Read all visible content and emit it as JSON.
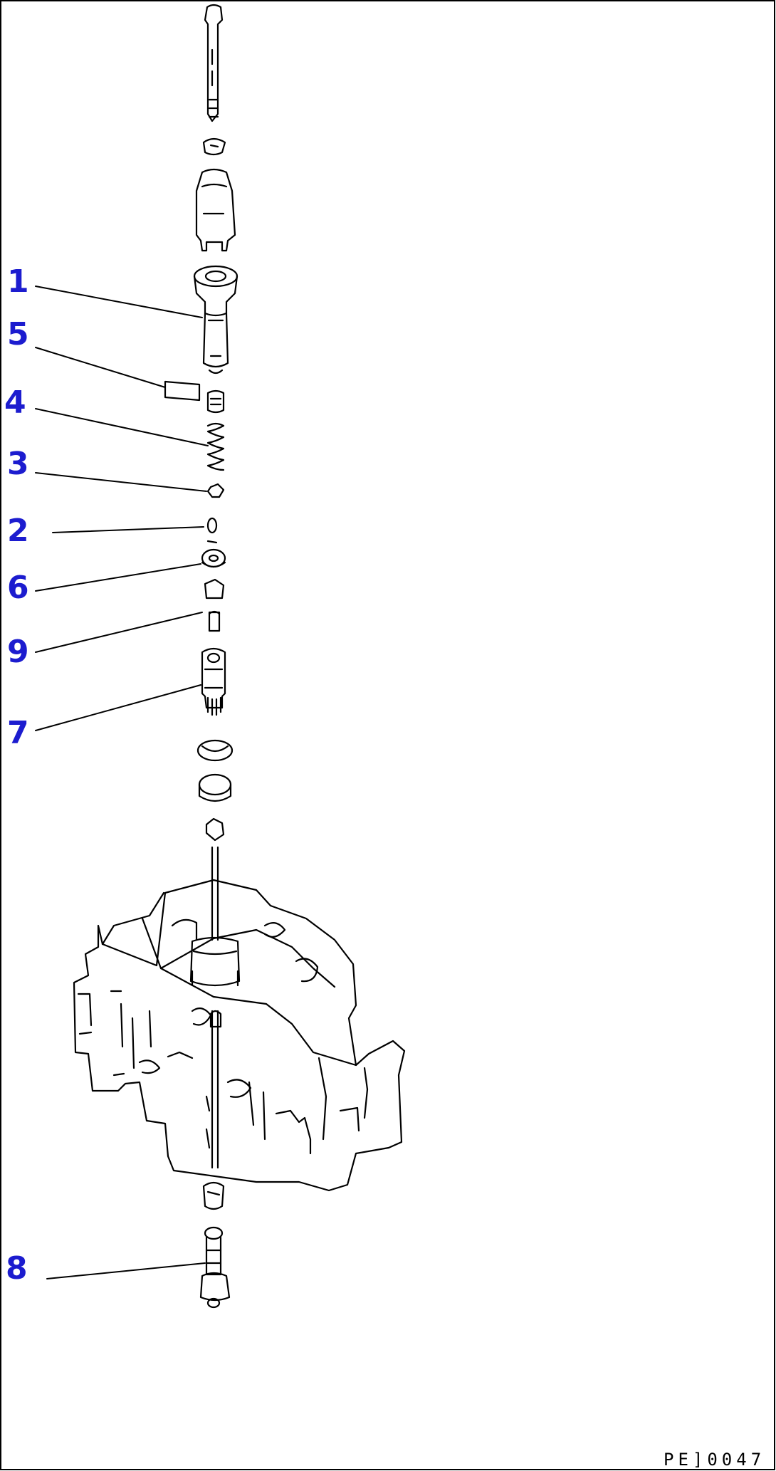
{
  "callouts": [
    "1",
    "5",
    "4",
    "3",
    "2",
    "6",
    "9",
    "7",
    "8"
  ],
  "figure_code": "PE]0047",
  "colors": {
    "callout": "#1c1ccf",
    "line": "#000000",
    "background": "#ffffff"
  }
}
